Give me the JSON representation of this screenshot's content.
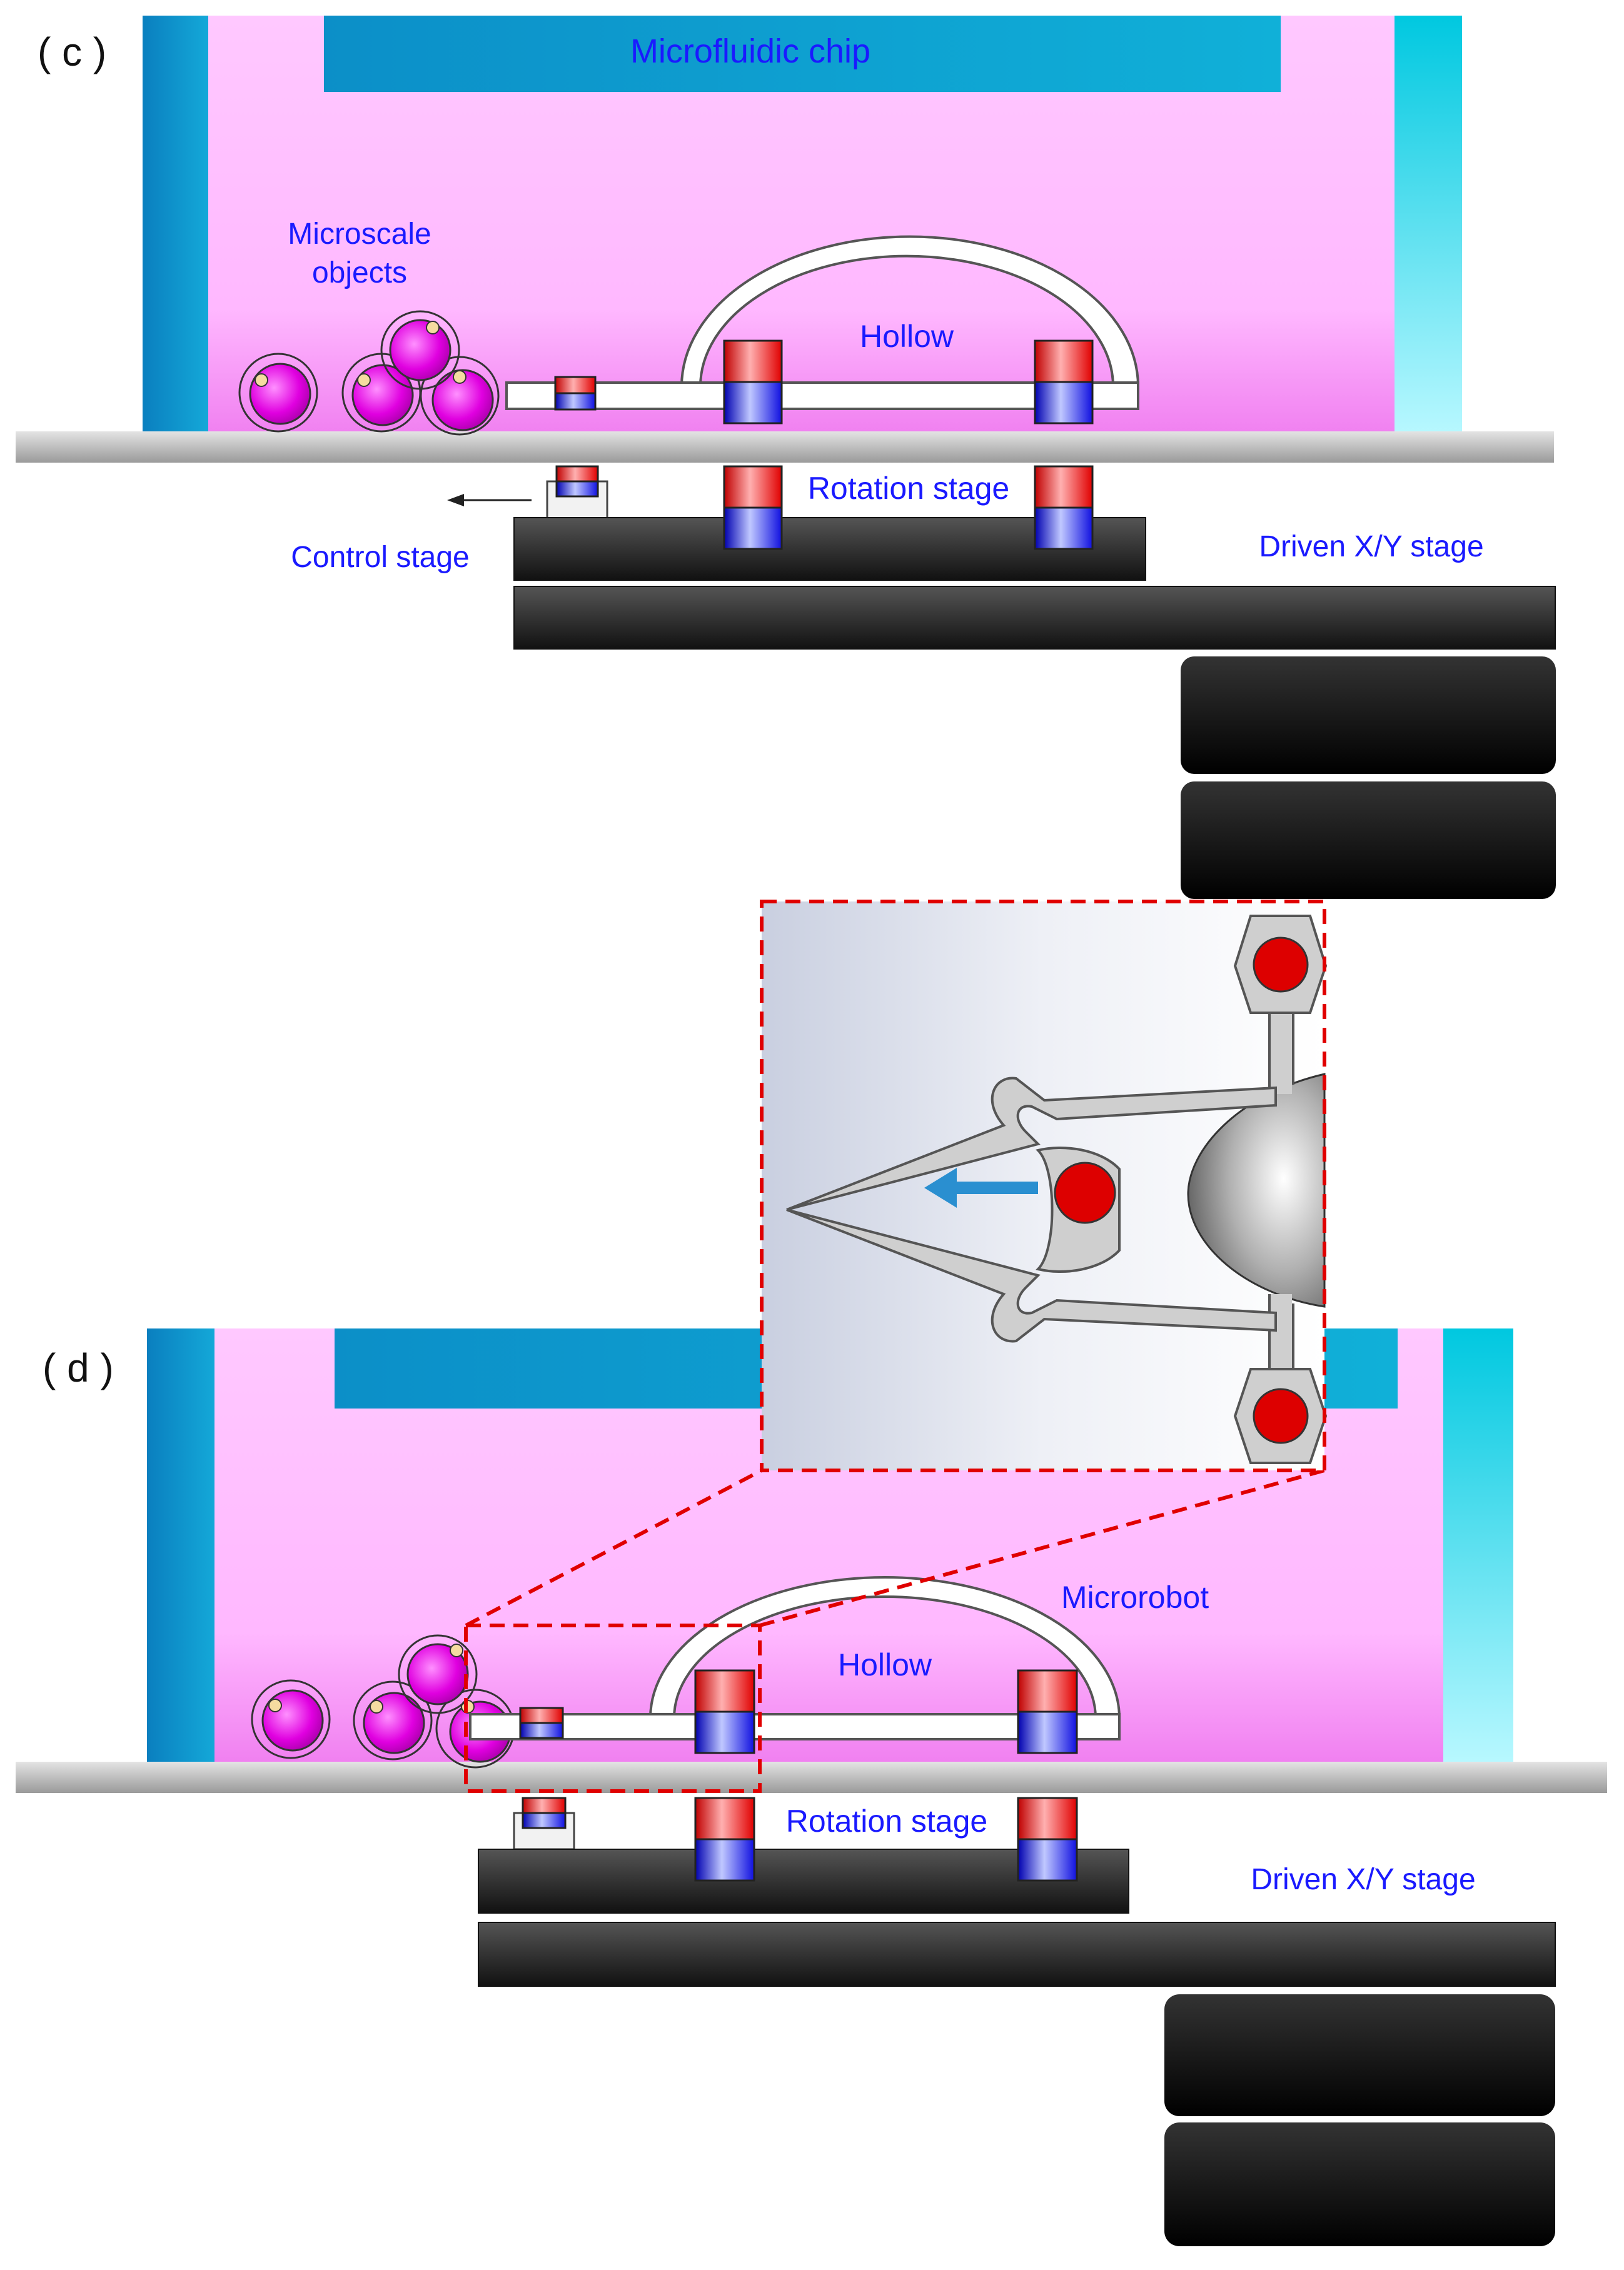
{
  "panel_c": {
    "panel_label": "( c )",
    "chip_label": "Microfluidic chip",
    "objects_label_line1": "Microscale",
    "objects_label_line2": "objects",
    "hollow_label": "Hollow",
    "rotation_stage_label": "Rotation stage",
    "control_stage_label": "Control stage",
    "driven_stage_label": "Driven X/Y stage"
  },
  "panel_d": {
    "panel_label": "( d )",
    "microrobot_label": "Microrobot",
    "hollow_label": "Hollow",
    "rotation_stage_label": "Rotation stage",
    "driven_stage_label": "Driven X/Y stage"
  },
  "colors": {
    "fluid": "#ffc8ff",
    "chip_channel": "#1aa3d0",
    "magnet_north": "#e00000",
    "magnet_south": "#1010e0",
    "stage_dark": "#222222",
    "label_text": "#1a1aff",
    "inset_border": "#e00000",
    "arrow": "#2a8fd0"
  }
}
